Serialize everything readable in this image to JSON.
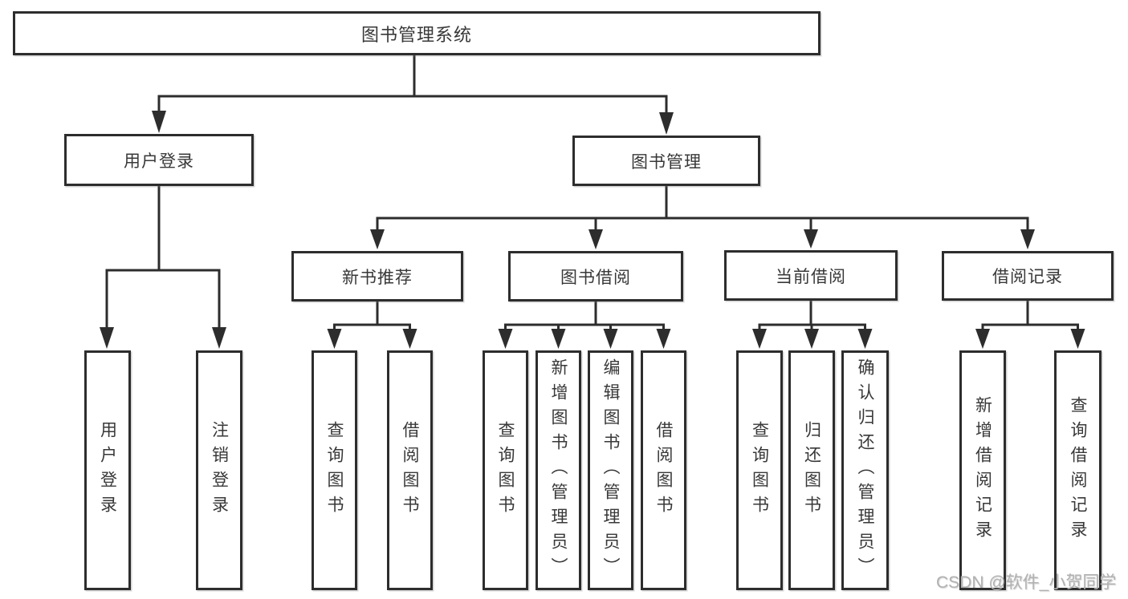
{
  "diagram": {
    "title": "图书管理系统",
    "level2": {
      "left": "用户登录",
      "right": "图书管理"
    },
    "level3": [
      "新书推荐",
      "图书借阅",
      "当前借阅",
      "借阅记录"
    ],
    "leaves": {
      "login": [
        "用户登录",
        "注销登录"
      ],
      "recommend": [
        "查询图书",
        "借阅图书"
      ],
      "borrow": [
        "查询图书",
        "新增图书（管理员）",
        "编辑图书（管理员）",
        "借阅图书"
      ],
      "current": [
        "查询图书",
        "归还图书",
        "确认归还（管理员）"
      ],
      "records": [
        "新增借阅记录",
        "查询借阅记录"
      ]
    },
    "watermark": "CSDN @软件_小贺同学",
    "colors": {
      "line": "#2d2d2d",
      "box_border": "#2d2d2d",
      "text": "#383838",
      "watermark": "#b1b1b1",
      "background": "#ffffff"
    }
  }
}
